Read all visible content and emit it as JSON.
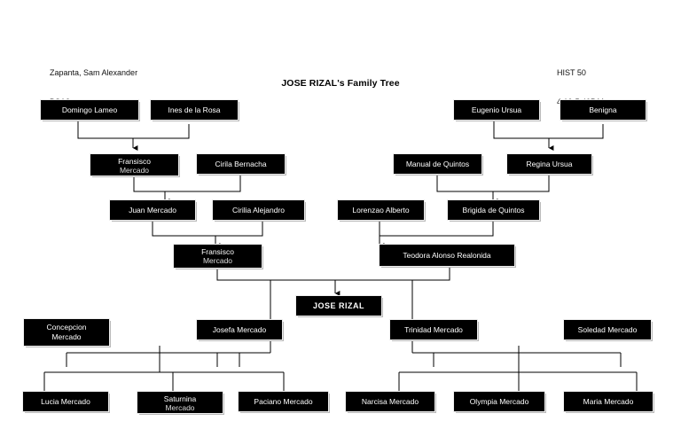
{
  "header": {
    "left_line1": "Zapanta, Sam Alexander",
    "left_line2": "BSA3",
    "right_line1": "HIST 50",
    "right_line2": "4:10-5:40P.M."
  },
  "title": "JOSE RIZAL's Family Tree",
  "colors": {
    "node_fill": "#000000",
    "node_text": "#ffffff",
    "shadow": "#b9b9b9",
    "line": "#000000",
    "page_background": "#ffffff"
  },
  "nodes": {
    "domingo_lameo": "Domingo Lameo",
    "ines_de_la_rosa": "Ines de la Rosa",
    "eugenio_ursua": "Eugenio Ursua",
    "benigna": "Benigna",
    "fransisco_1": "Fransisco",
    "fransisco_1_sub": "Mercado",
    "cirila_bernacha": "Cirila Bernacha",
    "manual_de_quintos": "Manual de Quintos",
    "regina_ursua": "Regina Ursua",
    "juan_mercado": "Juan Mercado",
    "cirilia_alejandro": "Cirilia Alejandro",
    "lorenzao_alberto": "Lorenzao Alberto",
    "brigida_de_quintos": "Brigida de Quintos",
    "fransisco_2": "Fransisco",
    "fransisco_2_sub": "Mercado",
    "teodora": "Teodora Alonso Realonida",
    "jose_rizal": "JOSE RIZAL",
    "concepcion_mercado_l1": "Concepcion",
    "concepcion_mercado_l2": "Mercado",
    "josefa_mercado": "Josefa Mercado",
    "trinidad_mercado": "Trinidad Mercado",
    "soledad_mercado": "Soledad Mercado",
    "lucia_mercado": "Lucia Mercado",
    "saturnina": "Saturnina",
    "saturnina_sub": "Mercado",
    "paciano_mercado": "Paciano Mercado",
    "narcisa_mercado": "Narcisa Mercado",
    "olympia_mercado": "Olympia Mercado",
    "maria_mercado": "Maria Mercado"
  }
}
